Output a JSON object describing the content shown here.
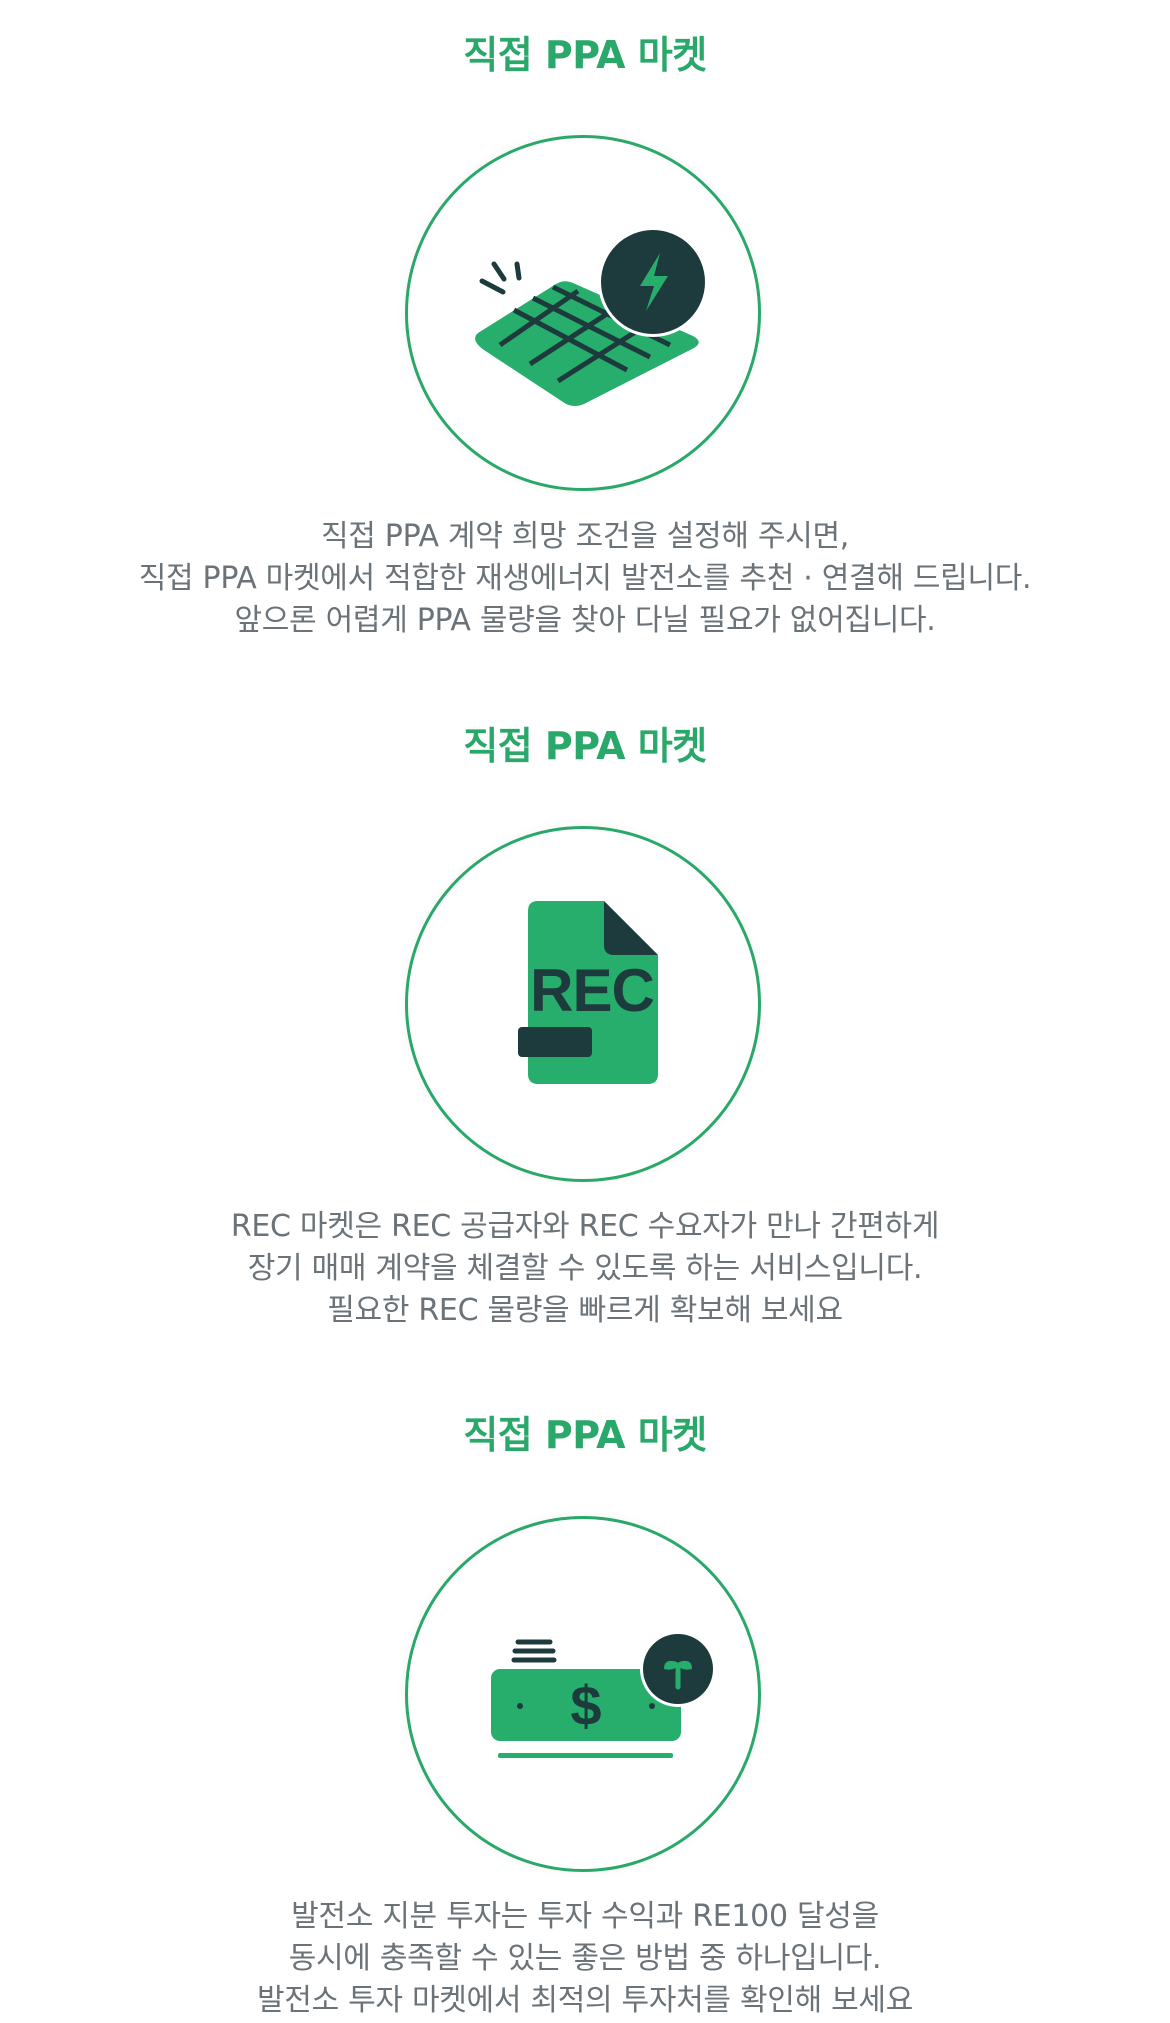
{
  "sections": [
    {
      "title": "직접 PPA 마켓",
      "icon": "solar-panel-bolt-icon",
      "lines": [
        "직접 PPA 계약 희망 조건을 설정해 주시면,",
        "직접 PPA 마켓에서 적합한 재생에너지 발전소를 추천 · 연결해 드립니다.",
        "앞으론 어렵게 PPA 물량을 찾아 다닐 필요가 없어집니다."
      ]
    },
    {
      "title": "직접 PPA 마켓",
      "icon": "rec-document-icon",
      "icon_text": "REC",
      "lines": [
        "REC 마켓은 REC 공급자와 REC 수요자가 만나 간편하게",
        "장기 매매 계약을 체결할 수 있도록 하는 서비스입니다.",
        "필요한 REC 물량을 빠르게 확보해 보세요"
      ]
    },
    {
      "title": "직접 PPA 마켓",
      "icon": "money-sprout-icon",
      "icon_text": "$",
      "lines": [
        "발전소 지분 투자는 투자 수익과 RE100 달성을",
        "동시에 충족할 수 있는 좋은 방법 중 하나입니다.",
        "발전소 투자 마켓에서 최적의 투자처를 확인해 보세요"
      ]
    }
  ],
  "colors": {
    "accent": "#2aa86a",
    "icon_green": "#27ae6c",
    "icon_dark": "#1d3a3c",
    "text_gray": "#6b7378"
  }
}
